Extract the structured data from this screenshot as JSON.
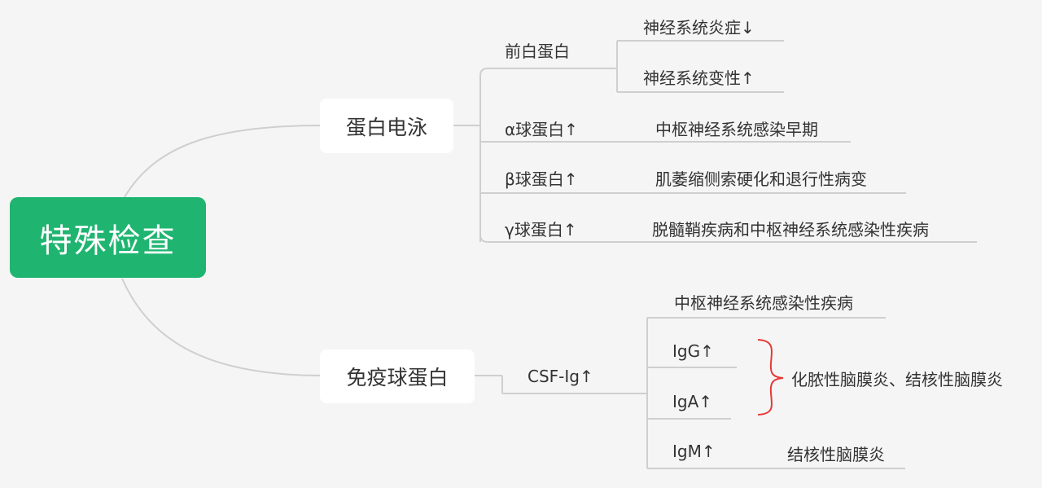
{
  "root": {
    "label": "特殊检查",
    "color": "#1fb571"
  },
  "branches": {
    "electrophoresis": {
      "label": "蛋白电泳",
      "prealbumin": {
        "label": "前白蛋白",
        "children": [
          "神经系统炎症↓",
          "神经系统变性↑"
        ]
      },
      "alpha": {
        "label": "α球蛋白↑",
        "meaning": "中枢神经系统感染早期"
      },
      "beta": {
        "label": "β球蛋白↑",
        "meaning": "肌萎缩侧索硬化和退行性病变"
      },
      "gamma": {
        "label": "γ球蛋白↑",
        "meaning": "脱髓鞘疾病和中枢神经系统感染性疾病"
      }
    },
    "immunoglobulin": {
      "label": "免疫球蛋白",
      "csf": {
        "label": "CSF-Ig↑",
        "children": {
          "infection": "中枢神经系统感染性疾病",
          "igg": "IgG↑",
          "iga": "IgA↑",
          "igm": "IgM↑"
        },
        "igg_iga_meaning": "化脓性脑膜炎、结核性脑膜炎",
        "igm_meaning": "结核性脑膜炎"
      }
    }
  },
  "colors": {
    "line": "#cfcfcf",
    "brace": "#e53935",
    "node_bg": "#ffffff",
    "background": "#f5f5f5"
  }
}
